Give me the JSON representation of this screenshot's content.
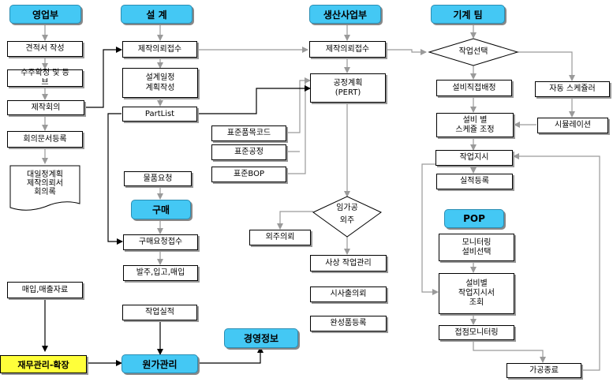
{
  "headers": {
    "sales": "영업부",
    "design": "설 계",
    "production": "생산사업부",
    "machine": "기계 팀",
    "purchase": "구매",
    "pop": "POP",
    "management": "경영정보",
    "cost": "원가관리",
    "finance": "재무관리-확장"
  },
  "sales": {
    "estimate": "견적서 작성",
    "order": "수주확정 및 등\n브",
    "meeting": "제작회의",
    "minutes": "회의문서등록",
    "docs": "대일정계획\n제작의뢰서\n회의록",
    "salesdata": "매입,매출자료"
  },
  "design": {
    "receipt": "제작의뢰접수",
    "schedule": "설계일정\n계획작성",
    "partlist": "PartList",
    "material_request": "물품요청",
    "purchase_receipt": "구매요청접수",
    "ordering": "발주,입고,매입",
    "work_result": "작업실적"
  },
  "production": {
    "receipt": "제작의뢰접수",
    "process_plan": "공정계획\n(PERT)",
    "std_code": "표준품목코드",
    "std_process": "표준공정",
    "std_bop": "표준BOP",
    "decision": "임가공\n외주",
    "outsource": "외주의뢰",
    "inhouse": "사상 작업관리",
    "trial": "시사출의뢰",
    "finished": "완성품등록"
  },
  "machine": {
    "select": "작업선택",
    "assign": "설비직접배정",
    "auto": "자동 스케쥴러",
    "adjust": "설비 별\n스케쥴 조정",
    "simulation": "시뮬레이션",
    "order": "작업지시",
    "result": "실적등록",
    "monitor": "모니터링\n설비선택",
    "per_machine": "설비별\n작업지시서\n조회",
    "contact": "접점모니터링",
    "done": "가공종료"
  }
}
